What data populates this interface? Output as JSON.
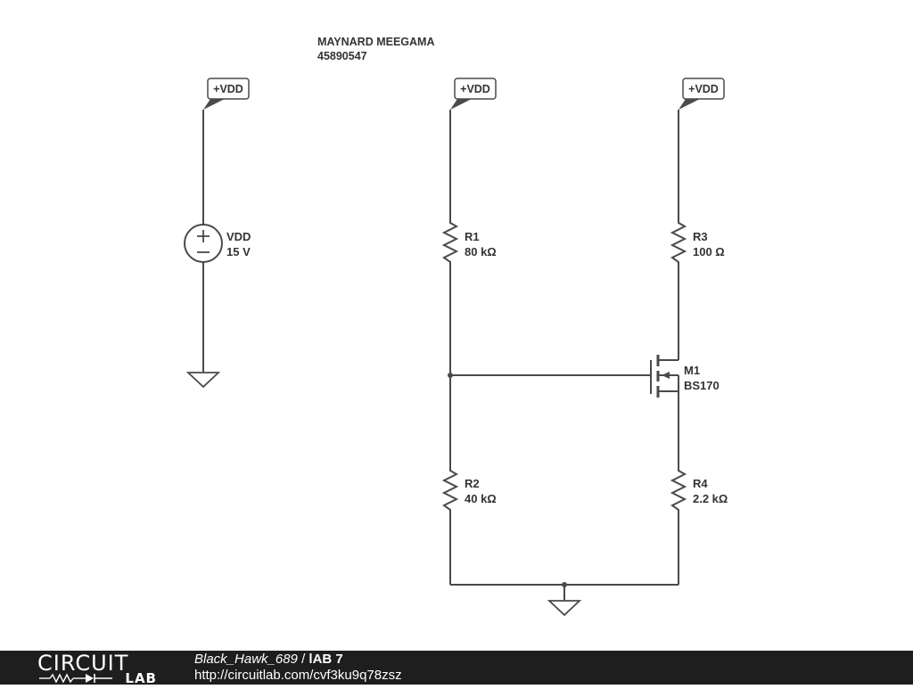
{
  "header": {
    "author": "MAYNARD MEEGAMA",
    "id": "45890547"
  },
  "rails": [
    {
      "label": "+VDD"
    },
    {
      "label": "+VDD"
    },
    {
      "label": "+VDD"
    }
  ],
  "components": {
    "vdd": {
      "name": "VDD",
      "value": "15 V"
    },
    "r1": {
      "name": "R1",
      "value": "80 kΩ"
    },
    "r2": {
      "name": "R2",
      "value": "40 kΩ"
    },
    "r3": {
      "name": "R3",
      "value": "100 Ω"
    },
    "r4": {
      "name": "R4",
      "value": "2.2 kΩ"
    },
    "m1": {
      "name": "M1",
      "value": "BS170"
    }
  },
  "footer": {
    "logo_top": "CIRCUIT",
    "logo_bottom": "LAB",
    "user": "Black_Hawk_689",
    "separator": " / ",
    "project": "lAB 7",
    "url": "http://circuitlab.com/cvf3ku9q78zsz"
  },
  "colors": {
    "wire": "#4a4a4a",
    "text": "#333333",
    "footer_bg": "#1e1e1e"
  }
}
